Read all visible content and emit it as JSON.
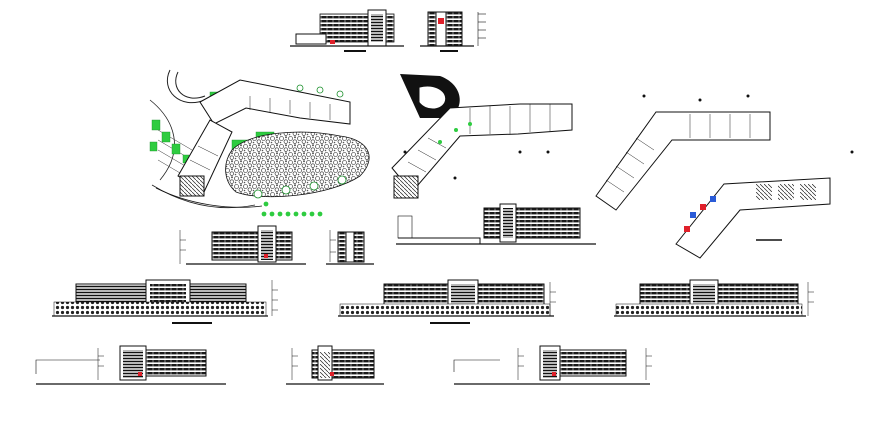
{
  "sheet": {
    "background": "#ffffff",
    "ink": "#1a1a1a",
    "accent_green": "#2ecc40",
    "accent_red": "#e0202a",
    "accent_blue": "#2a5bd7"
  },
  "drawings": [
    {
      "kind": "elevation",
      "icon": "building-elevation-icon"
    },
    {
      "kind": "section",
      "icon": "building-section-icon"
    },
    {
      "kind": "site-plan",
      "icon": "site-plan-icon"
    },
    {
      "kind": "floor-plan",
      "icon": "floor-plan-icon"
    },
    {
      "kind": "floor-plan",
      "icon": "floor-plan-icon"
    },
    {
      "kind": "elevation",
      "icon": "building-elevation-icon"
    },
    {
      "kind": "section",
      "icon": "building-section-icon"
    },
    {
      "kind": "elevation",
      "icon": "building-elevation-icon"
    },
    {
      "kind": "elevation",
      "icon": "building-elevation-icon"
    },
    {
      "kind": "elevation",
      "icon": "building-elevation-icon"
    },
    {
      "kind": "elevation",
      "icon": "building-elevation-icon"
    },
    {
      "kind": "section",
      "icon": "building-section-icon"
    },
    {
      "kind": "section",
      "icon": "building-section-icon"
    },
    {
      "kind": "section",
      "icon": "building-section-icon"
    }
  ]
}
